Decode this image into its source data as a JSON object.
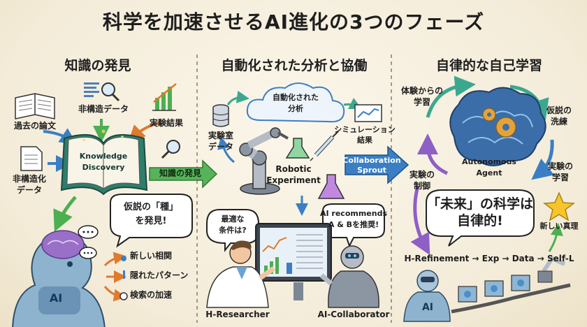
{
  "title": "科学を加速させるAI進化の3つのフェーズ",
  "phases": [
    {
      "heading": "知識の発見"
    },
    {
      "heading": "自動化された分析と協働"
    },
    {
      "heading": "自律的な自己学習"
    }
  ],
  "phase1": {
    "past_papers": "過去の論文",
    "unstructured_top": "非構造データ",
    "experiment_results": "実験結果",
    "unstructured_left_1": "非構造化",
    "unstructured_left_2": "データ",
    "book_title_1": "Knowledge",
    "book_title_2": "Discovery",
    "arrow_label": "知識の発見",
    "bubble_1": "仮説の「種」",
    "bubble_2": "を発見!",
    "ai_label": "AI",
    "outputs": [
      "新しい相関",
      "隠れたパターン",
      "検索の加速"
    ]
  },
  "phase2": {
    "cloud_1": "自動化された",
    "cloud_2": "分析",
    "lab_data_1": "実験室",
    "lab_data_2": "データ",
    "simulation_1": "シミュレーション",
    "simulation_2": "結果",
    "robotic_1": "Robotic",
    "robotic_2": "Experiment",
    "arrow_1": "Collaboration",
    "arrow_2": "Sprout",
    "bubble_left_1": "最適な",
    "bubble_left_2": "条件は?",
    "bubble_right_1": "AI recommends",
    "bubble_right_2": "A & Bを推奨!",
    "researcher": "H-Researcher",
    "collaborator": "AI-Collaborator"
  },
  "phase3": {
    "experience_1": "体験からの",
    "experience_2": "学習",
    "hypothesis_1": "仮説の",
    "hypothesis_2": "洗練",
    "experiment_learning_1": "実験の",
    "experiment_learning_2": "学習",
    "experiment_control_1": "実験の",
    "experiment_control_2": "制御",
    "brain_1": "Autonomous",
    "brain_2": "Agent",
    "bubble_1": "「未来」の科学は",
    "bubble_2": "自律的!",
    "new_truth": "新しい真理",
    "flow": "H-Refinement → Exp → Data → Self-L",
    "ai_label": "AI"
  },
  "colors": {
    "background": "#f6efdf",
    "green_arrow": "#4caf50",
    "blue_arrow": "#3a7fc4",
    "purple_arrow": "#8e5fc4",
    "orange_arrow": "#e07a2c",
    "teal_arrow": "#3aa88f",
    "brain_blue": "#3b6ea8",
    "gear_gold": "#e4a33a",
    "star": "#f7c52a"
  }
}
